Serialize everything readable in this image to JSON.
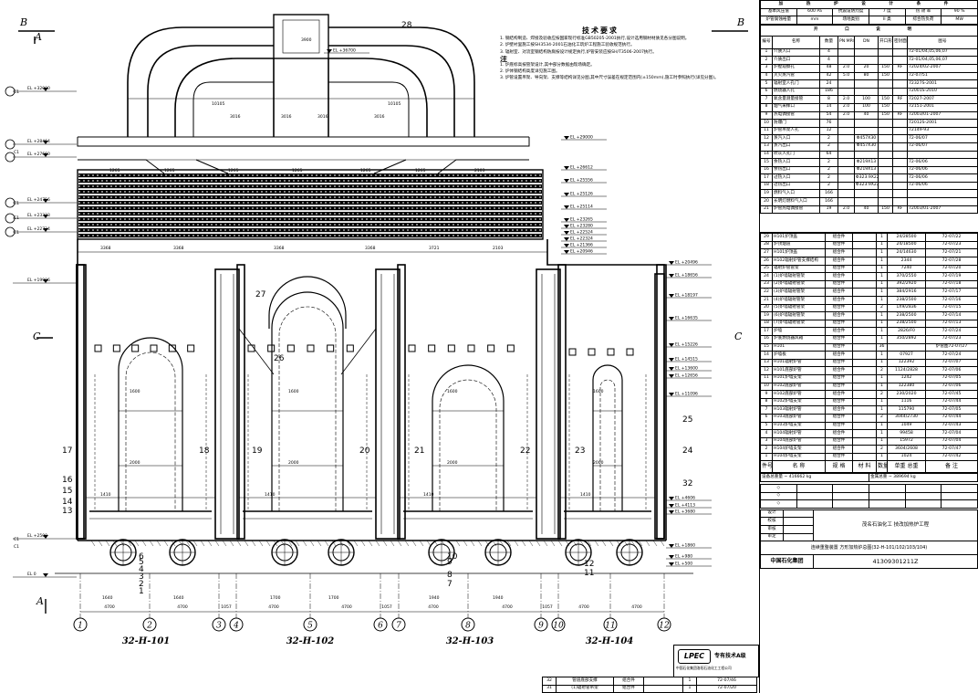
{
  "notes": {
    "title": "技术要求",
    "lines1": [
      "1. 钢结构制造、焊接及验收应按国家现行标准GB50205-2001执行,设计选用钢材材质见各分图说明。",
      "2. 炉壁衬里施工按SH3534-2001石油化工筑炉工程施工验收规范执行。",
      "3. 辐射室、对流室钢结构防腐按设计规定执行,炉管安装应按SH/T3506-2007执行。"
    ],
    "label2": "注",
    "lines2": [
      "1. 炉底标高按管架设计,其中部分数据由现场确定。",
      "2. 炉体钢结构高度详见施工图。",
      "3. 炉管设置吊架、导向架、支撑等结构详见分图,其中尺寸误差在规定范围内(±150mm),施工时参照执行(详见分图)。"
    ]
  },
  "section_marks": {
    "top_left": "B",
    "top_right": "B",
    "a_top": "A",
    "a_bottom": "A",
    "c_left": "C",
    "c_right": "C"
  },
  "elevations": {
    "left": [
      "EL +32000",
      "EL +28464",
      "EL +27660",
      "EL +24756",
      "EL +23333",
      "EL +22724",
      "EL +19996",
      "EL +2500",
      "EL 0"
    ],
    "right": [
      "EL +36700",
      "EL +29000",
      "EL +26612",
      "EL +25556",
      "EL +25126",
      "EL +25114",
      "EL +23265",
      "EL +23280",
      "EL +22524",
      "EL +22324",
      "EL +21366",
      "EL +20946",
      "EL +20496",
      "EL +18656",
      "EL +18197",
      "EL +16635",
      "EL +15226",
      "EL +14515",
      "EL +13600",
      "EL +12656",
      "EL +11096",
      "EL +4606",
      "EL +4113",
      "EL +3680",
      "EL +1860",
      "EL +980",
      "EL +500"
    ]
  },
  "dims": {
    "top": [
      "3900",
      "10105",
      "10105",
      "3016",
      "3016",
      "3016",
      "3016"
    ],
    "mid": [
      "1265",
      "1265",
      "1265",
      "1265",
      "1265",
      "1265",
      "2103",
      "3368",
      "3368",
      "3368",
      "3368",
      "3721",
      "2103"
    ],
    "bottom": [
      "4700",
      "4700",
      "1057",
      "4700",
      "4700",
      "1057",
      "4700",
      "4700",
      "1057",
      "4700",
      "4700"
    ],
    "inner": [
      "1600",
      "1600",
      "1600",
      "1600",
      "2000",
      "2000",
      "2000",
      "2000",
      "1410",
      "1410",
      "1410",
      "1410",
      "1640",
      "1640",
      "1700",
      "1700",
      "1940",
      "1940"
    ]
  },
  "callouts": [
    "28",
    "27",
    "26",
    "25",
    "24",
    "23",
    "22",
    "21",
    "20",
    "19",
    "18",
    "17",
    "16",
    "15",
    "14",
    "13",
    "12",
    "11",
    "10",
    "9",
    "8",
    "7",
    "6",
    "5",
    "4",
    "3",
    "2",
    "1",
    "32"
  ],
  "axes": [
    "1",
    "2",
    "3",
    "4",
    "5",
    "6",
    "7",
    "8",
    "9",
    "10",
    "11",
    "12"
  ],
  "heaters": [
    "32-H-101",
    "32-H-102",
    "32-H-103",
    "32-H-104"
  ],
  "side_labels": [
    "C1",
    "C1",
    "C1",
    "C1",
    "C1",
    "C1",
    "C1",
    "C1",
    "C1",
    "C1"
  ],
  "design": {
    "title": "加 热 炉 设 计 条 件",
    "row1": [
      "基本风压值",
      "600 Pa",
      "抗震设防烈度",
      "7 度",
      "热 效 率",
      "90 %"
    ],
    "row2": [
      "炉管腐蚀裕量",
      "mm",
      "场地类别",
      "II 类",
      "综合热负荷",
      "MW"
    ],
    "open_title": "开 口 说 明",
    "open_head": [
      "编号",
      "名称",
      "数量",
      "PN MPa",
      "DN",
      "开口形式",
      "密封面形式",
      "图号"
    ],
    "open_rows": [
      [
        "1",
        "介质入口",
        "4",
        "",
        "",
        "",
        "",
        "72-01/04,05,06,07"
      ],
      [
        "2",
        "介质出口",
        "4",
        "",
        "",
        "",
        "",
        "72-01/04,05,06,07"
      ],
      [
        "3",
        "炉膛观察孔",
        "48",
        "2.0",
        "20",
        "150",
        "RF",
        "72024/02-2007"
      ],
      [
        "4",
        "灭火蒸汽管",
        "42",
        "5.0",
        "80",
        "150",
        "",
        "72-07/51"
      ],
      [
        "5",
        "辐射室人孔门",
        "24",
        "",
        "",
        "",
        "",
        "72327S-2001"
      ],
      [
        "6",
        "燃烧器入孔",
        "186",
        "",
        "",
        "",
        "",
        "72001S-2010"
      ],
      [
        "7",
        "氧含量测量接管",
        "8",
        "2.0",
        "100",
        "150",
        "RF",
        "72027-2007"
      ],
      [
        "8",
        "烟气采样口",
        "14",
        "2.0",
        "100",
        "150",
        "",
        "72151-2001"
      ],
      [
        "9",
        "热电偶接管",
        "54",
        "2.0",
        "40",
        "150",
        "RF",
        "72003/01-2007"
      ],
      [
        "10",
        "防爆门",
        "76",
        "",
        "",
        "",
        "",
        "72012S-2001"
      ],
      [
        "11",
        "炉管吊架人孔",
        "12",
        "",
        "",
        "",
        "",
        "72149-93"
      ],
      [
        "12",
        "蒸汽入口",
        "2",
        "",
        "Φ457X30",
        "",
        "",
        "72-06/07"
      ],
      [
        "13",
        "蒸汽出口",
        "2",
        "",
        "Φ457X30",
        "",
        "",
        "72-06/07"
      ],
      [
        "14",
        "吹灰入孔门",
        "64",
        "",
        "",
        "",
        "",
        ""
      ],
      [
        "15",
        "余热入口",
        "2",
        "",
        "Φ219X13",
        "",
        "",
        "72-06/06"
      ],
      [
        "16",
        "余热出口",
        "2",
        "",
        "Φ219X13",
        "",
        "",
        "72-06/06"
      ],
      [
        "17",
        "过热入口",
        "2",
        "",
        "Φ323.9X22",
        "",
        "",
        "72-06/06"
      ],
      [
        "18",
        "过热出口",
        "2",
        "",
        "Φ323.9X22",
        "",
        "",
        "72-06/06"
      ],
      [
        "19",
        "燃料气入口",
        "166",
        "",
        "",
        "",
        "",
        ""
      ],
      [
        "20",
        "长明灯燃料气入口",
        "166",
        "",
        "",
        "",
        "",
        ""
      ],
      [
        "21",
        "炉管热电偶接管",
        "19",
        "2.0",
        "40",
        "150",
        "RF",
        "72003/01-2007"
      ]
    ],
    "parts_rows": [
      [
        "29",
        "H101炉顶盖",
        "组合件",
        "",
        "1",
        "24/28500",
        "72-07/22"
      ],
      [
        "28",
        "炉顶烟道",
        "组合件",
        "",
        "1",
        "24/18500",
        "72-07/23"
      ],
      [
        "27",
        "H101炉顶盖",
        "组合件",
        "",
        "1",
        "24/14630",
        "72-07/21"
      ],
      [
        "26",
        "H102辐射炉管支撑结构",
        "组合件",
        "",
        "1",
        "2344",
        "72-07/28"
      ],
      [
        "25",
        "辐射炉管管架",
        "组合件",
        "",
        "1",
        "7240",
        "72-07/20"
      ],
      [
        "24",
        "(1)炉墙辐射管架",
        "组合件",
        "",
        "1",
        "370/2550",
        "72-07/19"
      ],
      [
        "23",
        "(2)炉墙辐射管架",
        "组合件",
        "",
        "1",
        "392/2920",
        "72-07/18"
      ],
      [
        "22",
        "(3)炉墙辐射管架",
        "组合件",
        "",
        "1",
        "384/2916",
        "72-07/17"
      ],
      [
        "21",
        "(4)炉墙辐射管架",
        "组合件",
        "",
        "1",
        "238/2500",
        "72-07/16"
      ],
      [
        "20",
        "(5)炉墙辐射管架",
        "组合件",
        "",
        "2",
        "1X9/2836",
        "72-07/15"
      ],
      [
        "19",
        "(6)炉墙辐射管架",
        "组合件",
        "",
        "1",
        "238/2500",
        "72-07/14"
      ],
      [
        "18",
        "(7)炉墙辐射管架",
        "组合件",
        "",
        "1",
        "238/2500",
        "72-07/13"
      ],
      [
        "17",
        "炉墙",
        "组合件",
        "",
        "1",
        "2826/F0",
        "72-07/24"
      ],
      [
        "16",
        "炉底燃烧器风箱",
        "组合件",
        "",
        "1",
        "350/2892",
        "72-07/23"
      ],
      [
        "15",
        "H101",
        "组合件",
        "",
        "36",
        "",
        "炉管图72-07/27"
      ],
      [
        "14",
        "炉墙板",
        "组合件",
        "",
        "1",
        "07927",
        "72-07/24"
      ],
      [
        "13",
        "H101辐射炉管",
        "组合件",
        "",
        "1",
        "122392",
        "72-07/07"
      ],
      [
        "12",
        "H101底部炉管",
        "组合件",
        "",
        "2",
        "1124/2828",
        "72-07/06"
      ],
      [
        "11",
        "H101炉墙支架",
        "组合件",
        "",
        "1",
        "1242",
        "72-07/05"
      ],
      [
        "10",
        "H102底部炉管",
        "组合件",
        "",
        "1",
        "122380",
        "72-07/06"
      ],
      [
        "9",
        "H102底部炉管",
        "组合件",
        "",
        "2",
        "230/2020",
        "72-07/45"
      ],
      [
        "8",
        "H102炉墙支架",
        "组合件",
        "",
        "1",
        "1116",
        "72-07/44"
      ],
      [
        "7",
        "H103辐射炉管",
        "组合件",
        "",
        "1",
        "115790",
        "72-07/05"
      ],
      [
        "6",
        "H103底部炉管",
        "组合件",
        "",
        "2",
        "3044/2730",
        "72-07/44"
      ],
      [
        "5",
        "H103炉墙支架",
        "组合件",
        "",
        "1",
        "1049",
        "72-07/43"
      ],
      [
        "4",
        "H104辐射炉管",
        "组合件",
        "",
        "1",
        "99458",
        "72-07/04"
      ],
      [
        "3",
        "H104底部炉管",
        "组合件",
        "",
        "1",
        "15972",
        "72-07/04"
      ],
      [
        "2",
        "H104炉墙支架",
        "组合件",
        "",
        "2",
        "3604/2608",
        "72-07/47"
      ],
      [
        "1",
        "H104炉墙支架",
        "组合件",
        "",
        "1",
        "1024",
        "72-07/42"
      ]
    ],
    "parts_head": [
      "件号",
      "名 称",
      "规 格",
      "材 料",
      "数量",
      "单重 总重",
      "备 注"
    ],
    "total_left": "设备总重量 ~ 416662 kg",
    "total_right": "金属总重 ~ 389694 kg"
  },
  "title_block": {
    "company": "中国石化集团洛阳石油化工工程公司",
    "project": "茂名石油化工 技改加热炉工程",
    "drawing_name": "连续重整装置 方形加热炉总图(32-H-101/102/103/104)",
    "drawing_no": "41309301211Z",
    "logo_text": "LPEC",
    "cert": "专有技术A级",
    "bottom_company": "中国石化集团",
    "roles": [
      "设计",
      "校核",
      "审核",
      "审定"
    ],
    "small_rows": [
      [
        "32",
        "管道底部支撑",
        "组合件",
        "1",
        "72-07/46"
      ],
      [
        "31",
        "(1)辐射管吊架",
        "组合件",
        "1",
        "72-07/20"
      ]
    ]
  }
}
